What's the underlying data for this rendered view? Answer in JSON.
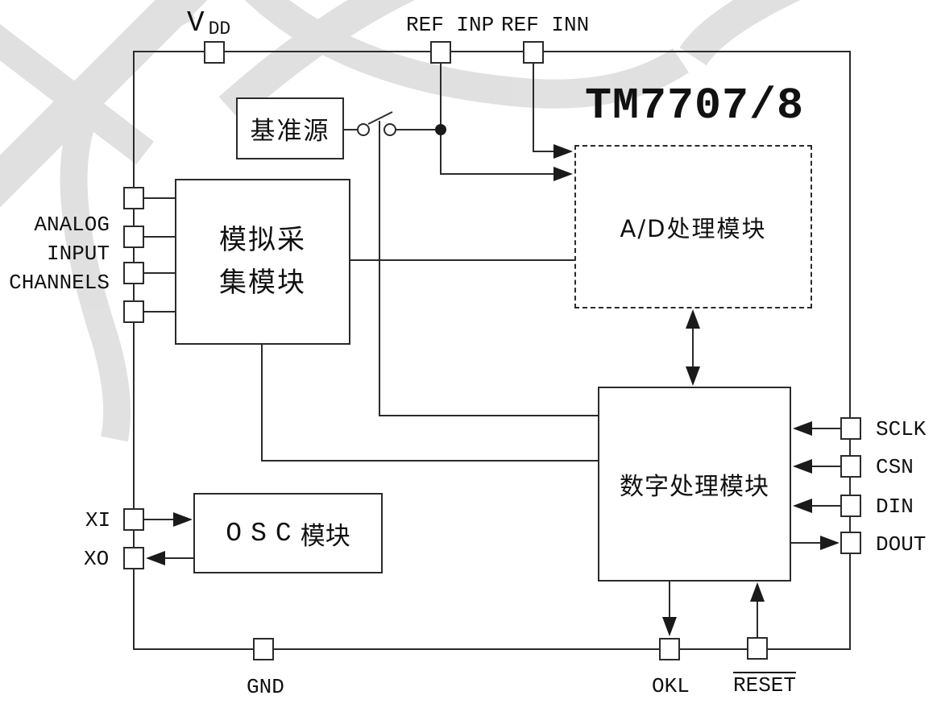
{
  "title": "TM7707/8",
  "blocks": {
    "reference_source": {
      "label": "基准源"
    },
    "analog_acquisition": {
      "line1": "模拟采",
      "line2": "集模块"
    },
    "ad_processing": {
      "label": "A/D处理模块"
    },
    "digital_processing": {
      "label": "数字处理模块"
    },
    "osc": {
      "latin": "OSC",
      "cjk": "模块"
    }
  },
  "pins": {
    "vdd": {
      "main": "V",
      "sub": "DD"
    },
    "ref_inp": "REF INP",
    "ref_inn": "REF INN",
    "analog_input_channels": {
      "line1": "ANALOG",
      "line2": "INPUT",
      "line3": "CHANNELS"
    },
    "xi": "XI",
    "xo": "XO",
    "sclk": "SCLK",
    "csn": "CSN",
    "din": "DIN",
    "dout": "DOUT",
    "gnd": "GND",
    "okl": "OKL",
    "reset": {
      "label": "RESET",
      "active_low": true
    }
  },
  "colors": {
    "line": "#2b2b2b",
    "text": "#111111",
    "watermark": "#d9d9d9",
    "background": "#ffffff"
  }
}
